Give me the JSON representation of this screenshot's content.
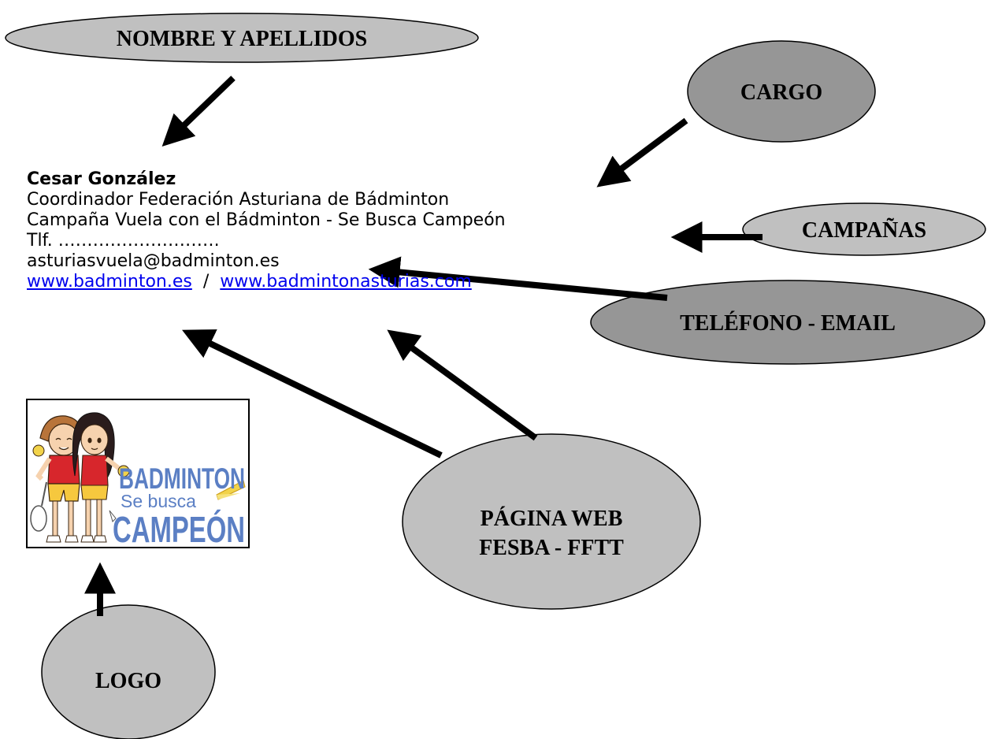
{
  "labels": {
    "nombre": "NOMBRE Y APELLIDOS",
    "cargo": "CARGO",
    "campanas": "CAMPAÑAS",
    "telefono": "TELÉFONO - EMAIL",
    "pagina_line1": "PÁGINA WEB",
    "pagina_line2": "FESBA - FFTT",
    "logo": "LOGO"
  },
  "signature": {
    "name": "Cesar González",
    "position": "Coordinador Federación Asturiana de Bádminton",
    "campaign": "Campaña Vuela con el Bádminton - Se Busca Campeón",
    "phone": "Tlf. ……………………….",
    "email": "asturiasvuela@badminton.es",
    "link1": "www.badminton.es",
    "separator": "/",
    "link2": "www.badmintonasturias.com"
  },
  "logo": {
    "line1": "BADMINTON",
    "line2": "Se busca",
    "line3": "CAMPEÓN"
  },
  "colors": {
    "bubble_light": "#c0c0c0",
    "bubble_dark": "#969696",
    "logo_text": "#5b7fc4",
    "link": "#0000ee"
  }
}
